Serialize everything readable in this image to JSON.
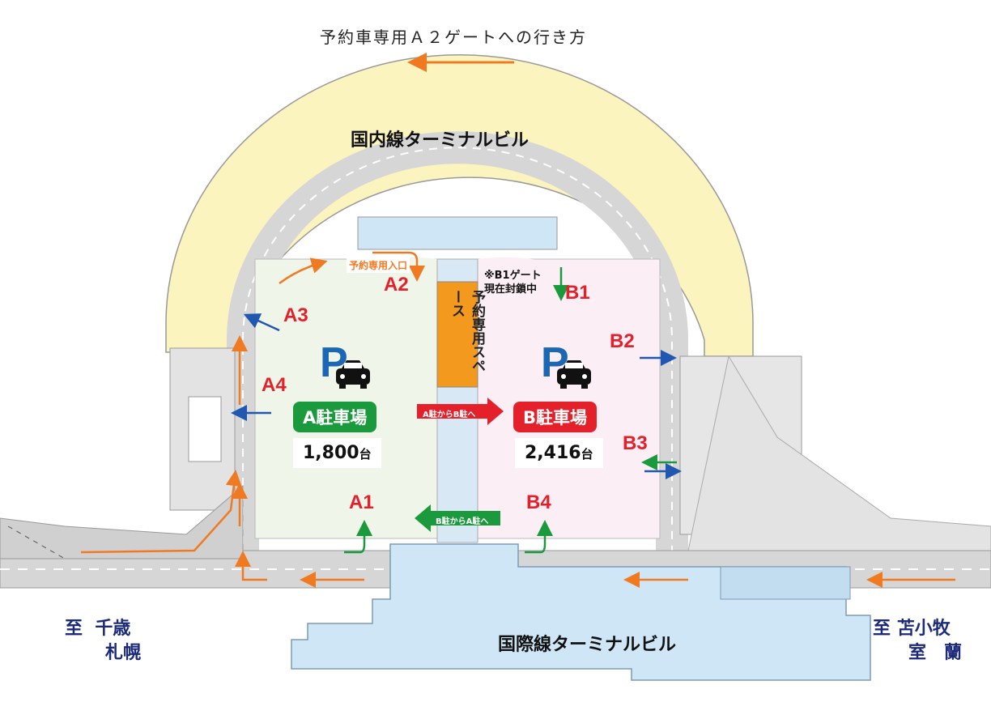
{
  "header": {
    "title": "予約車専用Ａ２ゲートへの行き方"
  },
  "terminals": {
    "domestic": "国内線ターミナルビル",
    "international": "国際線ターミナルビル"
  },
  "lots": {
    "a": {
      "name": "A駐車場",
      "capacity": "1,800",
      "unit": "台",
      "color": "#1a9a3c"
    },
    "b": {
      "name": "B駐車場",
      "capacity": "2,416",
      "unit": "台",
      "color": "#e4202a"
    }
  },
  "gates": {
    "a1": "A1",
    "a2": "A2",
    "a3": "A3",
    "a4": "A4",
    "b1": "B1",
    "b2": "B2",
    "b3": "B3",
    "b4": "B4"
  },
  "notes": {
    "reserved_entrance": "予約専用入口",
    "b1_closed_line1": "※B1ゲート",
    "b1_closed_line2": "現在封鎖中",
    "reserved_space": "予約専用スペース",
    "a_to_b": "A駐からB駐へ",
    "b_to_a": "B駐からA駐へ"
  },
  "destinations": {
    "left_prefix": "至",
    "left_line1": "千歳",
    "left_line2": "札幌",
    "right_prefix": "至",
    "right_line1": "苫小牧",
    "right_line2": "室　蘭"
  },
  "icons": {
    "parking_sign": "P",
    "car_icon": "car-icon"
  },
  "colors": {
    "route_orange": "#f07a22",
    "entry_blue": "#2057b0",
    "exit_green": "#1a9a3c",
    "domestic_terminal": "#fbf4bf",
    "international_terminal": "#cfe6f6",
    "lot_a_bg": "#eff5e8",
    "lot_b_bg": "#fbeef4",
    "reserved_space_bg": "#f39a1e",
    "road": "#d6d6d6"
  }
}
